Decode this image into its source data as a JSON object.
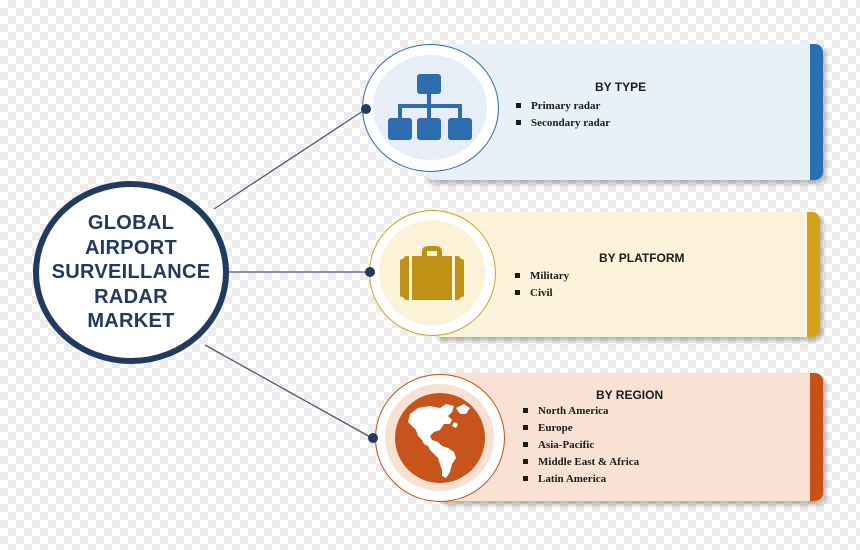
{
  "hub": {
    "title_lines": [
      "GLOBAL",
      "AIRPORT",
      "SURVEILLANCE",
      "RADAR",
      "MARKET"
    ]
  },
  "colors": {
    "hub_navy": "#213a5f",
    "type_accent": "#2a6fb4",
    "type_fill": "#e8f0f8",
    "type_icon": "#2e6cb0",
    "platform_accent": "#d3a21b",
    "platform_fill": "#fcf3da",
    "platform_icon": "#bf9114",
    "region_accent": "#c85214",
    "region_fill": "#f9e2d4",
    "region_icon": "#c7541a"
  },
  "segments": [
    {
      "key": "type",
      "title": "BY TYPE",
      "icon": "hierarchy-icon",
      "items": [
        "Primary radar",
        "Secondary radar"
      ]
    },
    {
      "key": "platform",
      "title": "BY PLATFORM",
      "icon": "briefcase-icon",
      "items": [
        "Military",
        "Civil"
      ]
    },
    {
      "key": "region",
      "title": "BY REGION",
      "icon": "globe-americas-icon",
      "items": [
        "North America",
        "Europe",
        "Asia-Pacific",
        "Middle East & Africa",
        "Latin America"
      ]
    }
  ]
}
